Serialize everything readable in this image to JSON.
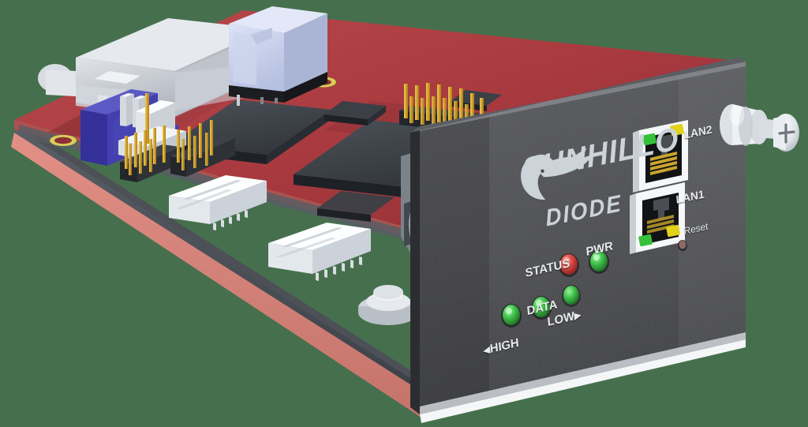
{
  "scene": {
    "background_color": "#46704d",
    "subject": "Sunhillo DIODE rack module circuit card",
    "view": "3/4 isometric product render"
  },
  "faceplate": {
    "finish_color": "#4a4a4c",
    "edge_color": "#f2f2f2",
    "brand_name": "SUNHILLO",
    "model_name": "DIODE",
    "brand_color": "#ccd3d9",
    "logo_icon": "sunhillo-bird-logo"
  },
  "ports": [
    {
      "label": "LAN2",
      "type": "rj45",
      "led_left_color": "#35c23a",
      "led_right_color": "#e2d21a"
    },
    {
      "label": "LAN1",
      "type": "rj45",
      "led_left_color": "#35c23a",
      "led_right_color": "#e2d21a"
    }
  ],
  "reset": {
    "label": "Reset",
    "hole_color": "#8d6a63"
  },
  "leds": [
    {
      "label": "STATUS",
      "color": "#d9453f",
      "state": "red"
    },
    {
      "label": "DATA",
      "color": "#3fbf4a",
      "state": "green"
    },
    {
      "label": "PWR",
      "color": "#3fbf4a",
      "state": "green"
    },
    {
      "label": "HIGH",
      "color": "#3fbf4a",
      "state": "green"
    },
    {
      "label": "LOW",
      "color": "#3fbf4a",
      "state": "green"
    }
  ],
  "markings": [
    {
      "label": "HIGH",
      "arrow": "◀"
    },
    {
      "label": "LOW",
      "arrow": "▶"
    }
  ],
  "hardware": {
    "thumbscrew": {
      "name": "captive-thumbscrew",
      "head": "phillips",
      "color": "#e8ecef"
    },
    "coax_knob": {
      "name": "knurled-coax-connector",
      "color": "#a9b0b8"
    },
    "standoff": {
      "name": "board-standoff",
      "color": "#dfe2e5"
    }
  },
  "pcb": {
    "top_color": "#aa3a40",
    "core_color": "#4d5157",
    "bottom_color": "#e08a80",
    "mounting_holes": 3,
    "hole_ring_color": "#d8cf55"
  },
  "components": [
    {
      "name": "shielded-rf-module",
      "color": "#c9cdd4"
    },
    {
      "name": "transformer-module",
      "color": "#cdd6ef"
    },
    {
      "name": "blue-connector-block",
      "color": "#3c3a9e"
    },
    {
      "name": "ribbon-connector-1",
      "color": "#eef1f4"
    },
    {
      "name": "ribbon-connector-2",
      "color": "#eef1f4"
    },
    {
      "name": "bga-processor",
      "color": "#3c4148"
    },
    {
      "name": "pin-header-left",
      "color": "#d9a82c"
    },
    {
      "name": "pin-header-center",
      "color": "#d9a82c"
    },
    {
      "name": "pin-header-right",
      "color": "#d9a82c"
    }
  ]
}
